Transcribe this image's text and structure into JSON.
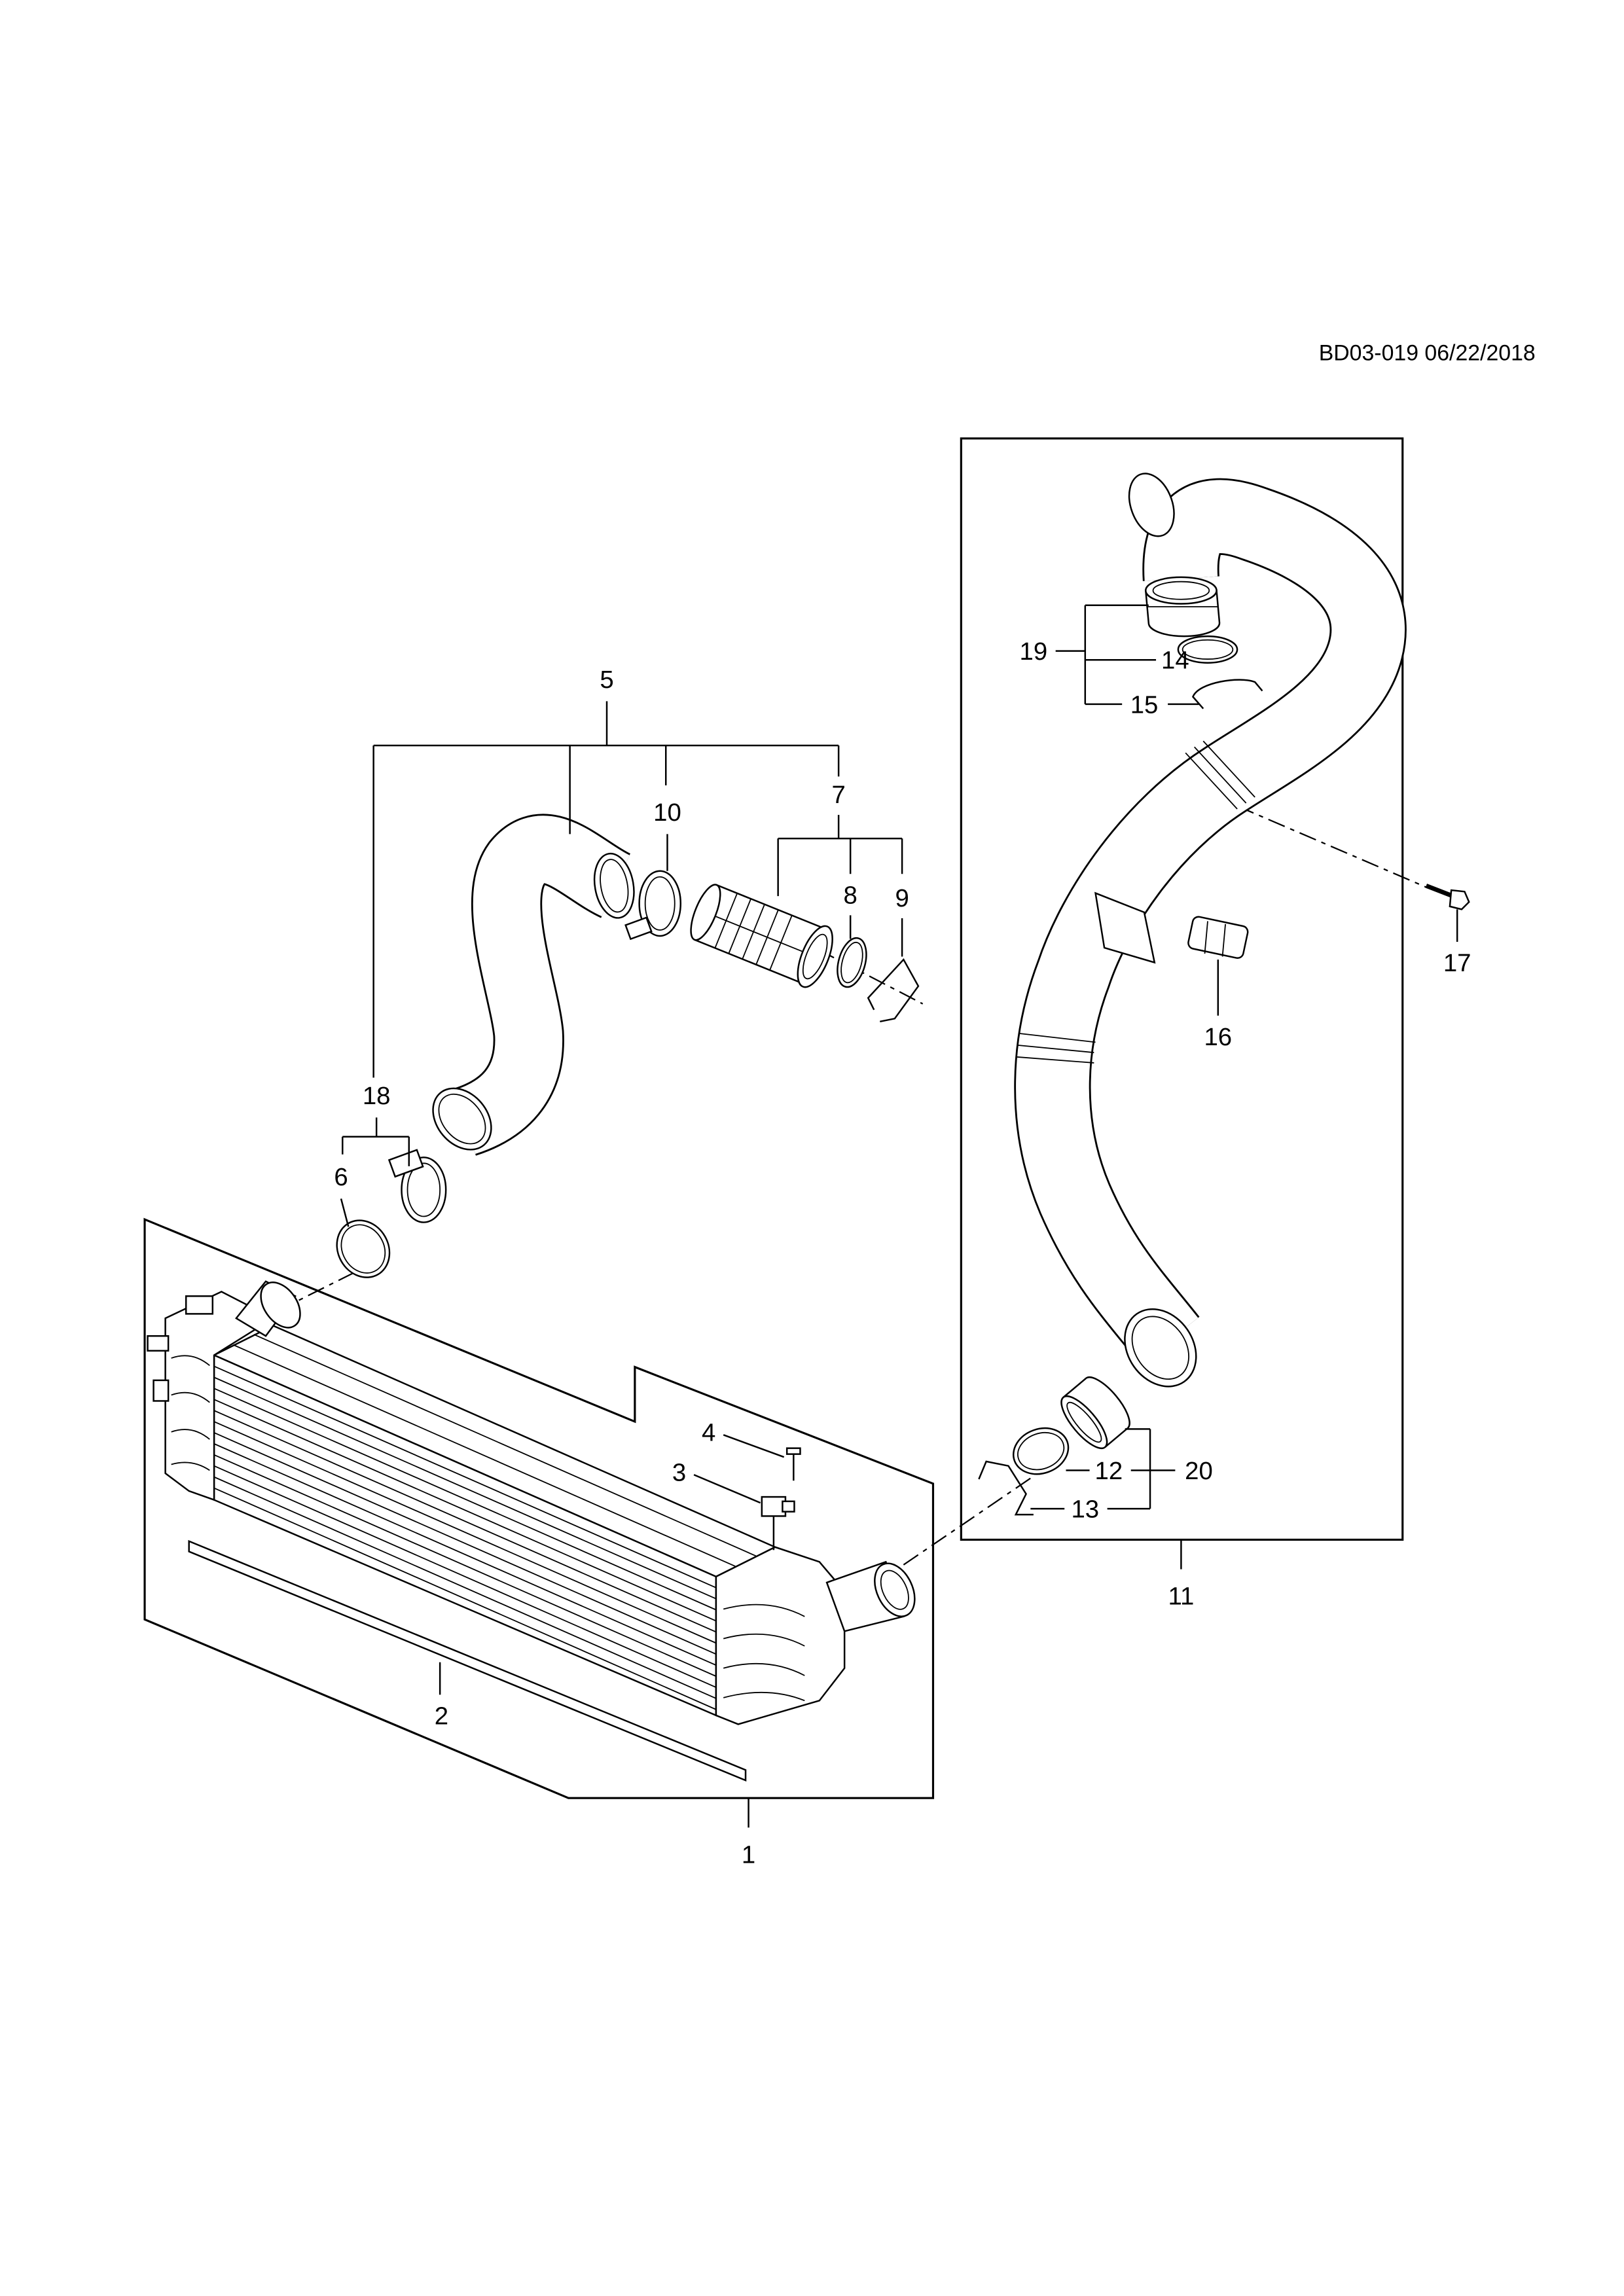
{
  "header": {
    "doc_ref": "BD03-019 06/22/2018"
  },
  "callouts": {
    "p1": "1",
    "p2": "2",
    "p3": "3",
    "p4": "4",
    "p5": "5",
    "p6": "6",
    "p7": "7",
    "p8": "8",
    "p9": "9",
    "p10": "10",
    "p11": "11",
    "p12": "12",
    "p13": "13",
    "p14": "14",
    "p15": "15",
    "p16": "16",
    "p17": "17",
    "p18": "18",
    "p19": "19",
    "p20": "20"
  },
  "colors": {
    "ink": "#000000",
    "paper": "#ffffff"
  }
}
